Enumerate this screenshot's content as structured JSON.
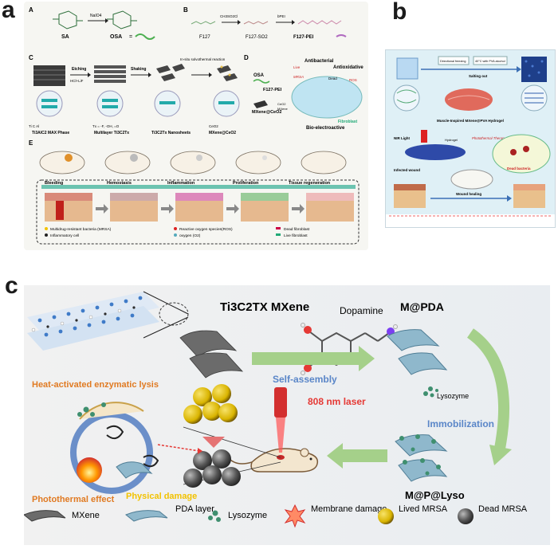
{
  "panels": {
    "a": "a",
    "b": "b",
    "c": "c"
  },
  "panel_a": {
    "sub_labels": [
      "A",
      "B",
      "C",
      "D",
      "E"
    ],
    "A": {
      "reagent": "NaIO4",
      "sa": "SA",
      "osa": "OSA"
    },
    "B": {
      "reagent1": "CH3SO2Cl",
      "reagent2": "bPEI",
      "f127": "F127",
      "f127so": "F127-SO2",
      "f127pei": "F127-PEI"
    },
    "C": {
      "step1": "Etching",
      "step1b": "HCl+LiF",
      "step2": "Shaking",
      "step3": "In-situ solvothermal reaction",
      "stages": [
        "Ti3AlC2 MAX Phase",
        "Multilayer Ti3C2Tx",
        "Ti3C2Tx Nanosheets",
        "MXene@CeO2"
      ],
      "legend1": "Ti  C  Al",
      "legend2": "Tx = -F, -OH, =O",
      "legend3": "CeO2"
    },
    "D": {
      "osa": "OSA",
      "f127pei": "F127-PEI",
      "mxene": "MXene@CeO2",
      "cs": "CeO2",
      "mx": "MXene",
      "antibacterial": "Antibacterial",
      "live": "Live",
      "antioxidative": "Antioxidative",
      "dead": "Dead",
      "ros": "ROS",
      "mrsa": "MRSA",
      "fibroblast": "Fibroblast",
      "bioelectro": "Bio-electroactive"
    },
    "E": {
      "stages": [
        "Bleeding",
        "Hemostasis",
        "Inflammation",
        "Proliferation",
        "Tissue regeneration"
      ],
      "legend": [
        "Multidrug-resistant bacteria (MRSA)",
        "Inflammatory cell",
        "Reactive oxygen species(ROS)",
        "oxygen (O2)",
        "Dead fibroblast",
        "Live fibroblast"
      ]
    }
  },
  "panel_b": {
    "labels": [
      "Directional freezing",
      "40°C with PVA alcohol",
      "Salting out",
      "Muscle-Inspired MXene@PVA Hydrogel",
      "NIR Light",
      "Hydrogel",
      "Photothermal Therapy",
      "Infected wound",
      "Dead bacteria",
      "Wound healing"
    ]
  },
  "panel_c": {
    "mxene_title": "Ti3C2TX MXene",
    "dopamine": "Dopamine",
    "mpda": "M@PDA",
    "self_assembly": "Self-assembly",
    "lysozyme": "Lysozyme",
    "immobilization": "Immobilization",
    "mplyso": "M@P@Lyso",
    "laser": "808 nm laser",
    "heat": "Heat-activated enzymatic lysis",
    "photothermal": "Photothermal effect",
    "physical": "Physical damage",
    "legend": [
      {
        "name": "MXene"
      },
      {
        "name": "PDA layer"
      },
      {
        "name": "Lysozyme"
      },
      {
        "name": "Membrane damage"
      },
      {
        "name": "Lived MRSA"
      },
      {
        "name": "Dead MRSA"
      }
    ]
  },
  "colors": {
    "accent_blue": "#5a86c8",
    "orange": "#e07a22",
    "green": "#9ccc65",
    "red": "#e02020",
    "gold": "#f2c200"
  }
}
